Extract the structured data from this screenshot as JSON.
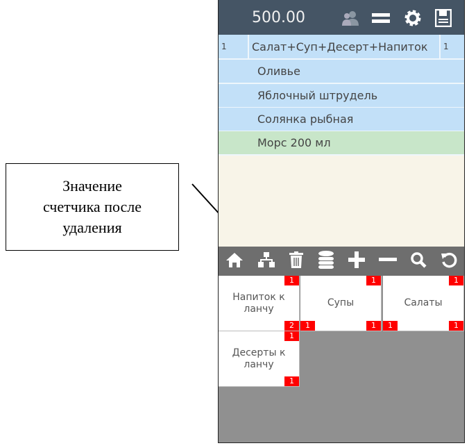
{
  "header": {
    "total": "500.00",
    "icons": [
      "users-icon",
      "menu-icon",
      "gear-icon",
      "save-icon"
    ]
  },
  "order": {
    "qty": "1",
    "name": "Салат+Суп+Десерт+Напиток",
    "count": "1",
    "items": [
      "Оливье",
      "Яблочный штрудель",
      "Солянка рыбная",
      "Морс 200 мл"
    ]
  },
  "toolbar": [
    "home-icon",
    "sitemap-icon",
    "trash-icon",
    "database-icon",
    "plus-icon",
    "minus-icon",
    "search-icon",
    "undo-icon"
  ],
  "tiles": [
    {
      "label": "Напиток к ланчу",
      "tr": "1",
      "br": "2"
    },
    {
      "label": "Супы",
      "tr": "1",
      "bl": "1",
      "br": "1"
    },
    {
      "label": "Салаты",
      "tr": "1",
      "bl": "1",
      "br": "1"
    },
    {
      "label": "Десерты к ланчу",
      "tr": "1",
      "br": "1"
    }
  ],
  "callout": {
    "text": "Значение счетчика после удаления"
  },
  "colors": {
    "header": "#455565",
    "item": "#c2e0f8",
    "selected": "#c8e6c9",
    "badge": "#ff0000"
  }
}
